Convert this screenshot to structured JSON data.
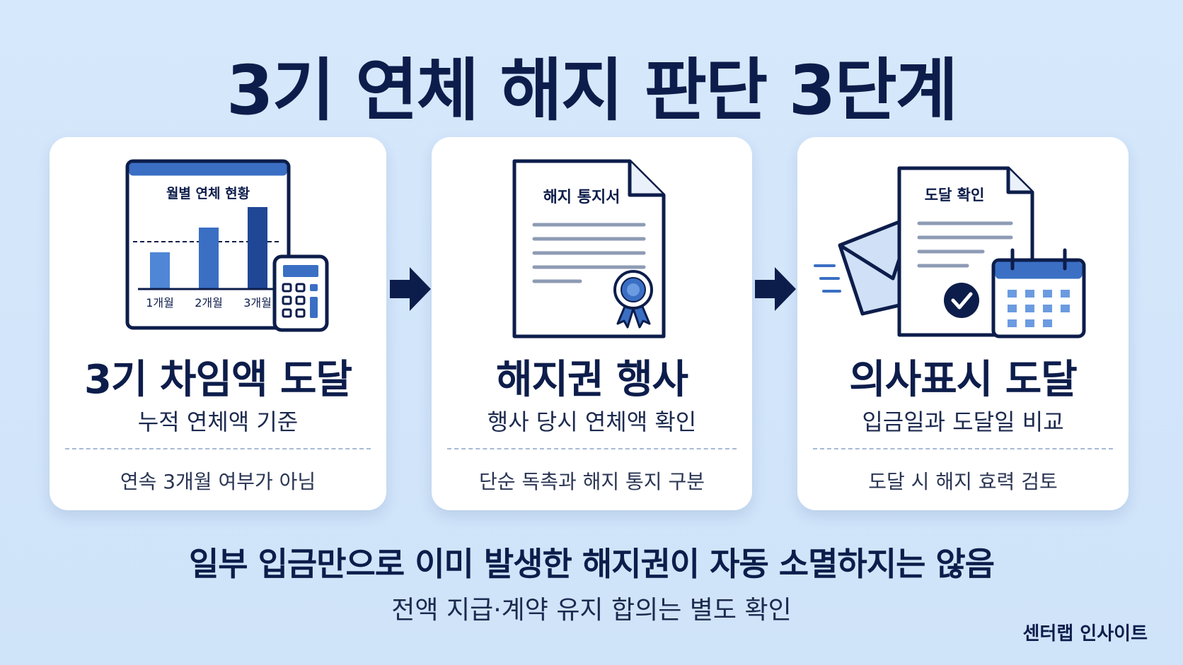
{
  "title": "3기 연체 해지 판단 3단계",
  "steps": [
    {
      "illustration_label": "월별 연체 현황",
      "months": [
        "1개월",
        "2개월",
        "3개월"
      ],
      "title": "3기 차임액 도달",
      "subtitle": "누적 연체액 기준",
      "note": "연속 3개월 여부가 아님"
    },
    {
      "illustration_label": "해지 통지서",
      "title": "해지권 행사",
      "subtitle": "행사 당시 연체액 확인",
      "note": "단순 독촉과 해지 통지 구분"
    },
    {
      "illustration_label": "도달 확인",
      "title": "의사표시 도달",
      "subtitle": "입금일과 도달일 비교",
      "note": "도달 시 해지 효력 검토"
    }
  ],
  "footer": {
    "main": "일부 입금만으로 이미 발생한 해지권이 자동 소멸하지는 않음",
    "sub": "전액 지급·계약 유지 합의는 별도 확인"
  },
  "brand": "센터랩 인사이트",
  "colors": {
    "navy": "#0d1d4b",
    "blue": "#3a6fc4",
    "light_blue": "#4f86d6",
    "background": "#d6e8fb"
  }
}
